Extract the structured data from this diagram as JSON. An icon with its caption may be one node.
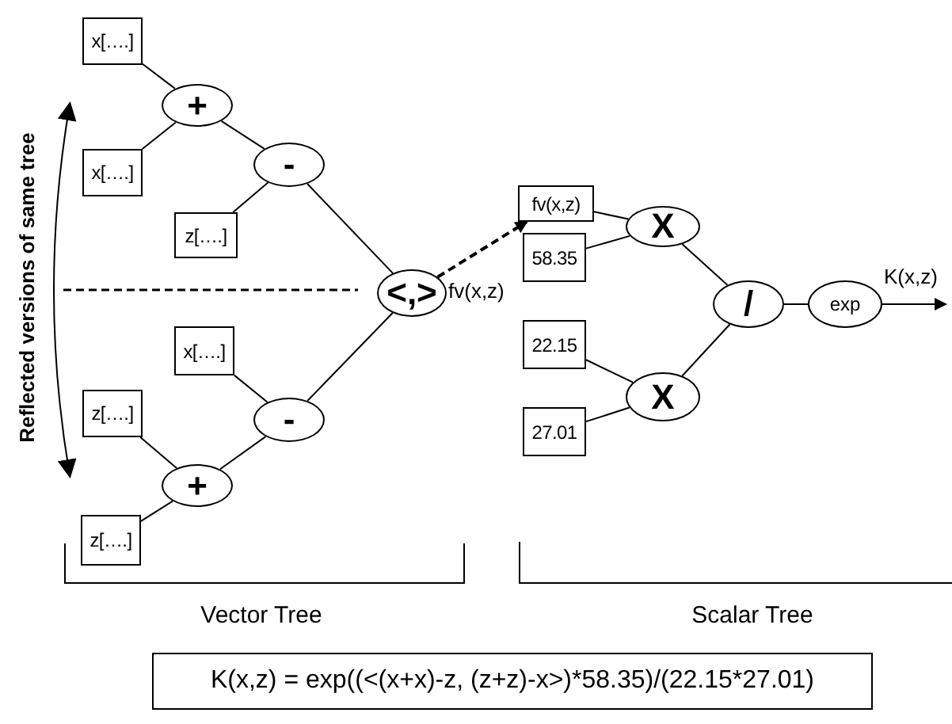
{
  "diagram": {
    "nodes": [
      {
        "text": [
          "x[….]"
        ]
      },
      {
        "text": [
          "+"
        ]
      },
      {
        "text": [
          "x[….]"
        ]
      },
      {
        "text": [
          "-"
        ]
      },
      {
        "text": [
          "z[….]"
        ]
      },
      {
        "text": [
          "<,>"
        ],
        "beside": [
          "fv(x,z)"
        ]
      },
      {
        "text": [
          "x[….]"
        ]
      },
      {
        "text": [
          "z[….]"
        ]
      },
      {
        "text": [
          "-"
        ]
      },
      {
        "text": [
          "+"
        ]
      },
      {
        "text": [
          "z[….]"
        ]
      },
      {
        "text": [
          "fv(x,z)"
        ]
      },
      {
        "text": [
          "X"
        ]
      },
      {
        "text": [
          "58.35"
        ]
      },
      {
        "text": [
          "22.15"
        ]
      },
      {
        "text": [
          "X"
        ]
      },
      {
        "text": [
          "27.01"
        ]
      },
      {
        "text": [
          "/"
        ]
      },
      {
        "text": [
          "exp"
        ]
      },
      {
        "text": [
          "K(x,z) = exp((<(x+x)-z, (z+z)-x>)*58.35)/(22.15*27.01)"
        ]
      }
    ],
    "edges": [
      {
        "from": 0,
        "to": 1,
        "arrow": "none"
      },
      {
        "from": 2,
        "to": 1,
        "arrow": "none"
      },
      {
        "from": 1,
        "to": 3,
        "arrow": "none"
      },
      {
        "from": 4,
        "to": 3,
        "arrow": "none"
      },
      {
        "from": 3,
        "to": 5,
        "arrow": "none"
      },
      {
        "from": 6,
        "to": 8,
        "arrow": "none"
      },
      {
        "from": 7,
        "to": 9,
        "arrow": "none"
      },
      {
        "from": 10,
        "to": 9,
        "arrow": "none"
      },
      {
        "from": 9,
        "to": 8,
        "arrow": "none"
      },
      {
        "from": 8,
        "to": 5,
        "arrow": "none"
      },
      {
        "from": 5,
        "to": 11,
        "arrow": "to",
        "style": "dashed"
      },
      {
        "from": 11,
        "to": 12,
        "arrow": "none"
      },
      {
        "from": 13,
        "to": 12,
        "arrow": "none"
      },
      {
        "from": 14,
        "to": 15,
        "arrow": "none"
      },
      {
        "from": 16,
        "to": 15,
        "arrow": "none"
      },
      {
        "from": 12,
        "to": 17,
        "arrow": "none"
      },
      {
        "from": 15,
        "to": 17,
        "arrow": "none"
      },
      {
        "from": 17,
        "to": 18,
        "arrow": "none"
      },
      {
        "from": 18,
        "to": null,
        "arrow": "to",
        "label": "K(x,z)"
      }
    ],
    "labels": [
      "Reflected versions of same tree",
      "Vector Tree",
      "Scalar Tree"
    ]
  }
}
